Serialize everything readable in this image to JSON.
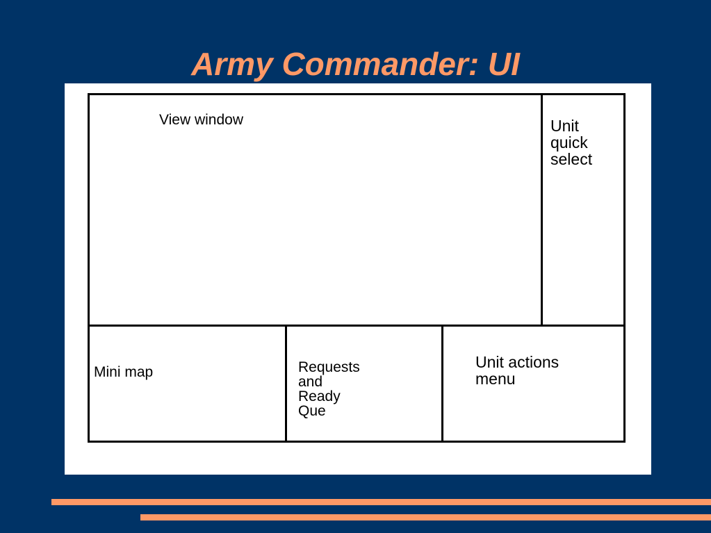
{
  "slide": {
    "title": "Army Commander: UI"
  },
  "colors": {
    "background": "#003366",
    "title": "#FF9966",
    "accent_stripes": "#FF9966",
    "canvas": "#ffffff",
    "lines": "#000000"
  },
  "diagram": {
    "panels": {
      "view_window": {
        "label": "View window"
      },
      "unit_quick_select": {
        "lines": [
          "Unit",
          "quick",
          "select"
        ]
      },
      "mini_map": {
        "label": "Mini map"
      },
      "requests_ready_que": {
        "lines": [
          "Requests",
          "and",
          "Ready",
          "Que"
        ]
      },
      "unit_actions_menu": {
        "lines": [
          "Unit actions",
          "menu"
        ]
      }
    }
  }
}
